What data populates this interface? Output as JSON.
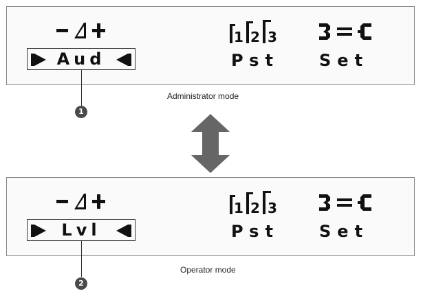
{
  "administrator_panel": {
    "selection": "Aud",
    "preset_label": "Pst",
    "settings_label": "Set",
    "caption": "Administrator mode",
    "callout": "1"
  },
  "operator_panel": {
    "selection": "Lvl",
    "preset_label": "Pst",
    "settings_label": "Set",
    "caption": "Operator mode",
    "callout": "2"
  },
  "icons": {
    "volume": "volume-minus-plus-icon",
    "presets": "presets-1-2-3-icon",
    "settings": "settings-connector-icon",
    "switch": "double-arrow-up-down-icon"
  },
  "colors": {
    "lcd_text": "#111111",
    "switch_arrow": "#666666",
    "callout_badge": "#4a4a4a"
  }
}
